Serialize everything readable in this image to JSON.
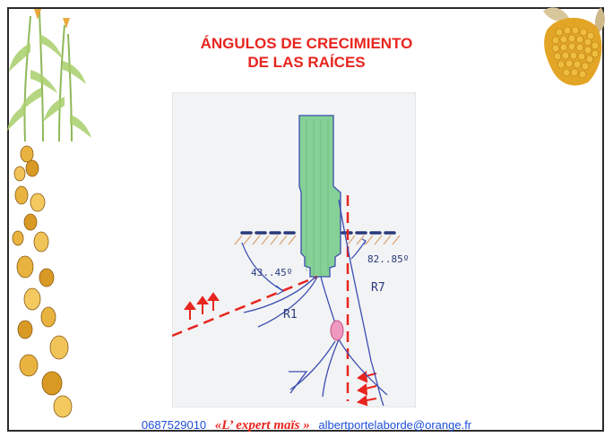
{
  "slide": {
    "title_line1": "ÁNGULOS DE CRECIMIENTO",
    "title_line2": "DE LAS RAÍCES"
  },
  "sketch": {
    "angle_left": "43..45º",
    "angle_right": "82..85º",
    "root_r1": "R1",
    "root_r7": "R7"
  },
  "footer": {
    "phone": "0687529010",
    "brand": "«L’ expert maïs »",
    "email": "albertportelaborde@orange.fr"
  },
  "colors": {
    "title": "#e8251f",
    "footer_blue": "#1e4fd8",
    "stem_green": "#7fce8c",
    "root_blue": "#3a4db0",
    "dash_red": "#e8251f"
  },
  "icons": [
    "corn-plant-icon",
    "corn-kernel-icon",
    "corn-cob-icon"
  ]
}
